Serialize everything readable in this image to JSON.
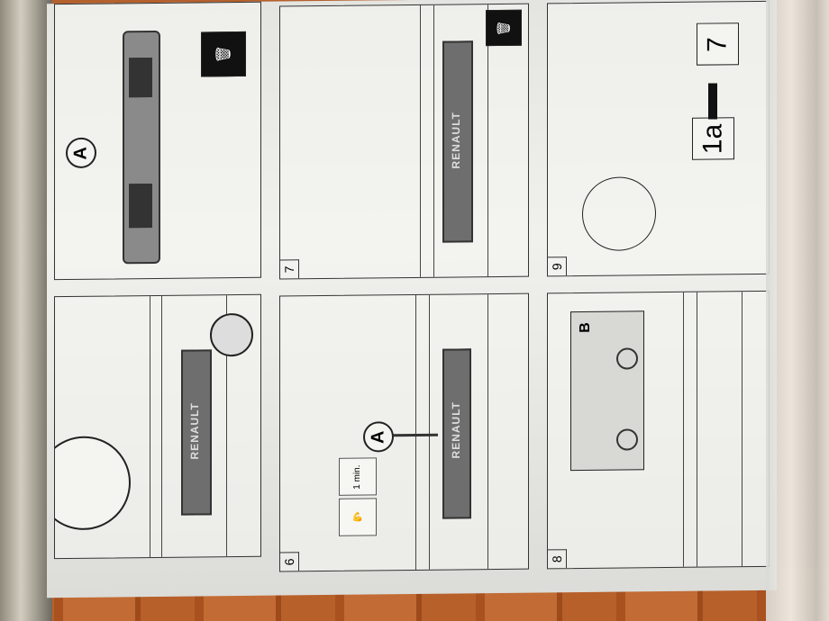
{
  "panels": [
    {
      "id": "A",
      "label": "A",
      "step": ""
    },
    {
      "id": "p5",
      "step": ""
    },
    {
      "id": "p7",
      "step": "7",
      "brand": "RENAULT"
    },
    {
      "id": "p6",
      "step": "6",
      "label": "A",
      "brand": "RENAULT",
      "time": "1 min."
    },
    {
      "id": "p9",
      "step": "9",
      "from": "1a",
      "to": "7"
    },
    {
      "id": "p8",
      "step": "8",
      "label": "B"
    }
  ],
  "colors": {
    "paper": "#ececE8",
    "ink": "#222222",
    "wood": "#b5612e"
  }
}
